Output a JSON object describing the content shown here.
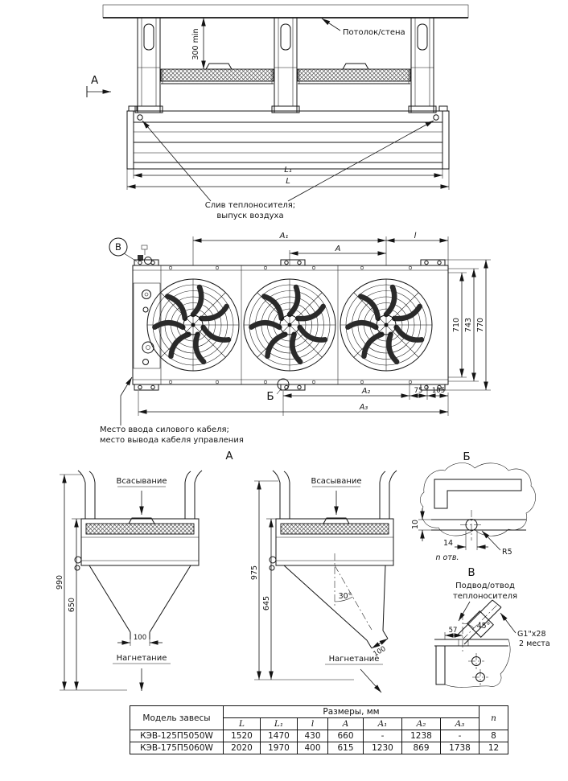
{
  "colors": {
    "ink": "#141414",
    "paper": "#ffffff"
  },
  "front_view": {
    "ceiling_label": "Потолок/стена",
    "dim_300": "300 min",
    "view_marker": "А",
    "dim_L1": "L₁",
    "dim_L": "L",
    "drain_note_1": "Слив теплоносителя;",
    "drain_note_2": "выпуск воздуха"
  },
  "plan_view": {
    "detail_v_marker": "В",
    "dim_A1": "A₁",
    "dim_A": "A",
    "dim_l": "l",
    "dim_710": "710",
    "dim_743": "743",
    "dim_770": "770",
    "detail_b_marker": "Б",
    "dim_A2": "A₂",
    "dim_75": "75",
    "dim_105": "105",
    "dim_A3": "A₃",
    "cable_note_1": "Место ввода силового кабеля;",
    "cable_note_2": "место вывода кабеля управления"
  },
  "sections": {
    "title": "А",
    "suction": "Всасывание",
    "discharge": "Нагнетание",
    "dim_990": "990",
    "dim_650": "650",
    "dim_100": "100",
    "dim_975": "975",
    "dim_645": "645",
    "angle_30": "30°"
  },
  "detail_b": {
    "title": "Б",
    "dim_10": "10",
    "dim_14": "14",
    "holes_note": "n отв.",
    "radius": "R5"
  },
  "detail_v": {
    "title": "В",
    "note_1": "Подвод/отвод",
    "note_2": "теплоносителя",
    "dim_57": "57",
    "angle_45": "45°",
    "thread": "G1\"х28",
    "places": "2 места"
  },
  "table": {
    "model_header": "Модель завесы",
    "sizes_header": "Размеры, мм",
    "columns": [
      "L",
      "L₁",
      "l",
      "A",
      "A₁",
      "A₂",
      "A₃"
    ],
    "n_header": "n",
    "rows": [
      {
        "model": "КЭВ-125П5050W",
        "values": [
          "1520",
          "1470",
          "430",
          "660",
          "-",
          "1238",
          "-"
        ],
        "n": "8"
      },
      {
        "model": "КЭВ-175П5060W",
        "values": [
          "2020",
          "1970",
          "400",
          "615",
          "1230",
          "869",
          "1738"
        ],
        "n": "12"
      }
    ]
  }
}
